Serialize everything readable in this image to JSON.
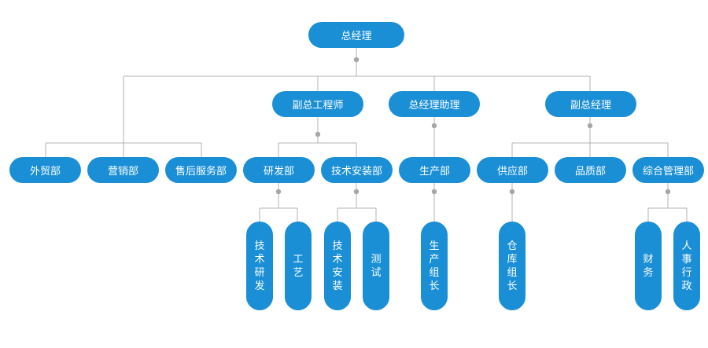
{
  "org_chart": {
    "gm": "总经理",
    "deputy_chief_engineer": "副总工程师",
    "gm_assistant": "总经理助理",
    "deputy_gm": "副总经理",
    "depts": {
      "foreign_trade": "外贸部",
      "marketing": "营销部",
      "after_sales": "售后服务部",
      "rnd": "研发部",
      "tech_install": "技术安装部",
      "production": "生产部",
      "supply": "供应部",
      "quality": "品质部",
      "admin_mgmt": "综合管理部"
    },
    "teams": {
      "tech_rnd": "技术研发",
      "process": "工艺",
      "tech_install": "技术安装",
      "testing": "测试",
      "production_lead": "生产组长",
      "warehouse_lead": "仓库组长",
      "finance": "财务",
      "hr_admin": "人事行政"
    }
  },
  "colors": {
    "node": "#1a8fd6",
    "line": "#b3b3b3",
    "dot": "#a6a6a6"
  }
}
